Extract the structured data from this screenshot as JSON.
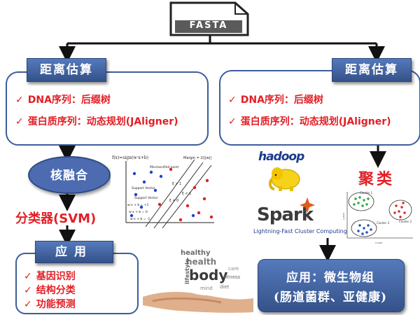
{
  "fasta": {
    "label": "FASTA"
  },
  "left": {
    "header": "距离估算",
    "items": [
      "DNA序列：后缀树",
      "蛋白质序列：动态规划(JAligner)"
    ],
    "kernel": "核融合",
    "classifier": "分类器(SVM)",
    "app_header": "应用",
    "app_items": [
      "基因识别",
      "结构分类",
      "功能预测"
    ]
  },
  "right": {
    "header": "距离估算",
    "items": [
      "DNA序列：后缀树",
      "蛋白质序列：动态规划(JAligner)"
    ],
    "cluster": "聚类",
    "hadoop": "hadoop",
    "spark": "Spark",
    "spark_tag": "Lightning-Fast Cluster Computing",
    "app_line1": "应用：微生物组",
    "app_line2": "(肠道菌群、亚健康)"
  },
  "svm_figure": {
    "formula": "f(x)=sign(w·x+b)",
    "labels": [
      "Margin = 2/||w||",
      "Misclassified point",
      "Support Vector",
      "Support Vector",
      "ξ > 1",
      "ξ < 1",
      "ξ = 0",
      "w·x + b = +1",
      "w·x + b = 0",
      "w·x + b = -1"
    ]
  },
  "cluster_figure": {
    "labels": [
      "Cluster 1",
      "Cluster 2",
      "Cluster 3"
    ],
    "xlabel": "x-axis",
    "ylabel": "y-axis"
  },
  "word_cloud": [
    "healthy",
    "health",
    "body",
    "lifestyle",
    "diet",
    "care",
    "fitness",
    "mind"
  ],
  "colors": {
    "box": "#41609a",
    "text_red": "#e21f26",
    "kernel": "#4c6bb0",
    "arrow": "#111111"
  }
}
